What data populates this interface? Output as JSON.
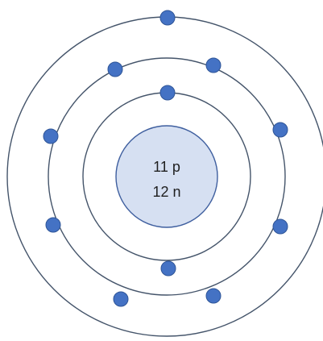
{
  "nucleus": {
    "protons_label": "11 p",
    "neutrons_label": "12 n",
    "fill_color": "#d6e0f2",
    "stroke_color": "#3f5f9f"
  },
  "shells": [
    {
      "name": "shell-1",
      "electron_count": 2
    },
    {
      "name": "shell-2",
      "electron_count": 8
    },
    {
      "name": "shell-3",
      "electron_count": 1
    }
  ],
  "colors": {
    "orbit_stroke": "#44546a",
    "electron_fill": "#4472c4",
    "electron_stroke": "#2f5597"
  }
}
